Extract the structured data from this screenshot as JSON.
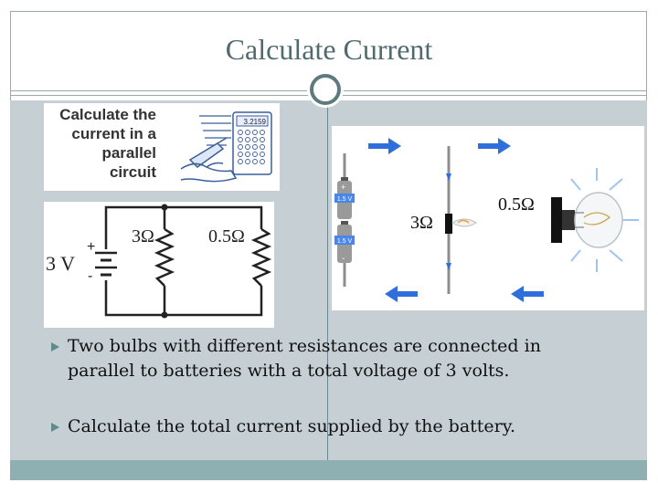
{
  "slide": {
    "title": "Calculate Current",
    "bullets": [
      {
        "lines": [
          "Two bulbs with different resistances are connected in",
          "parallel to batteries with a total voltage of 3 volts."
        ]
      },
      {
        "lines": [
          "Calculate the total current supplied by the battery."
        ]
      }
    ]
  },
  "task_card": {
    "lines": [
      "Calculate the",
      "current in a",
      "parallel",
      "circuit"
    ],
    "calculator_display": "3.2159"
  },
  "schematic": {
    "voltage_label": "3 V",
    "plus_label": "+",
    "minus_label": "-",
    "r1_label": "3Ω",
    "r2_label": "0.5Ω"
  },
  "pictorial": {
    "r1_label": "3Ω",
    "r2_label": "0.5Ω",
    "cell_top_label": "1.5 V",
    "cell_bottom_label": "1.5 V",
    "plus_label": "+",
    "minus_label": "-"
  },
  "colors": {
    "accent": "#5e8a8c",
    "content_bg": "#c5cfd4",
    "arrow_blue": "#2f6fdb"
  }
}
